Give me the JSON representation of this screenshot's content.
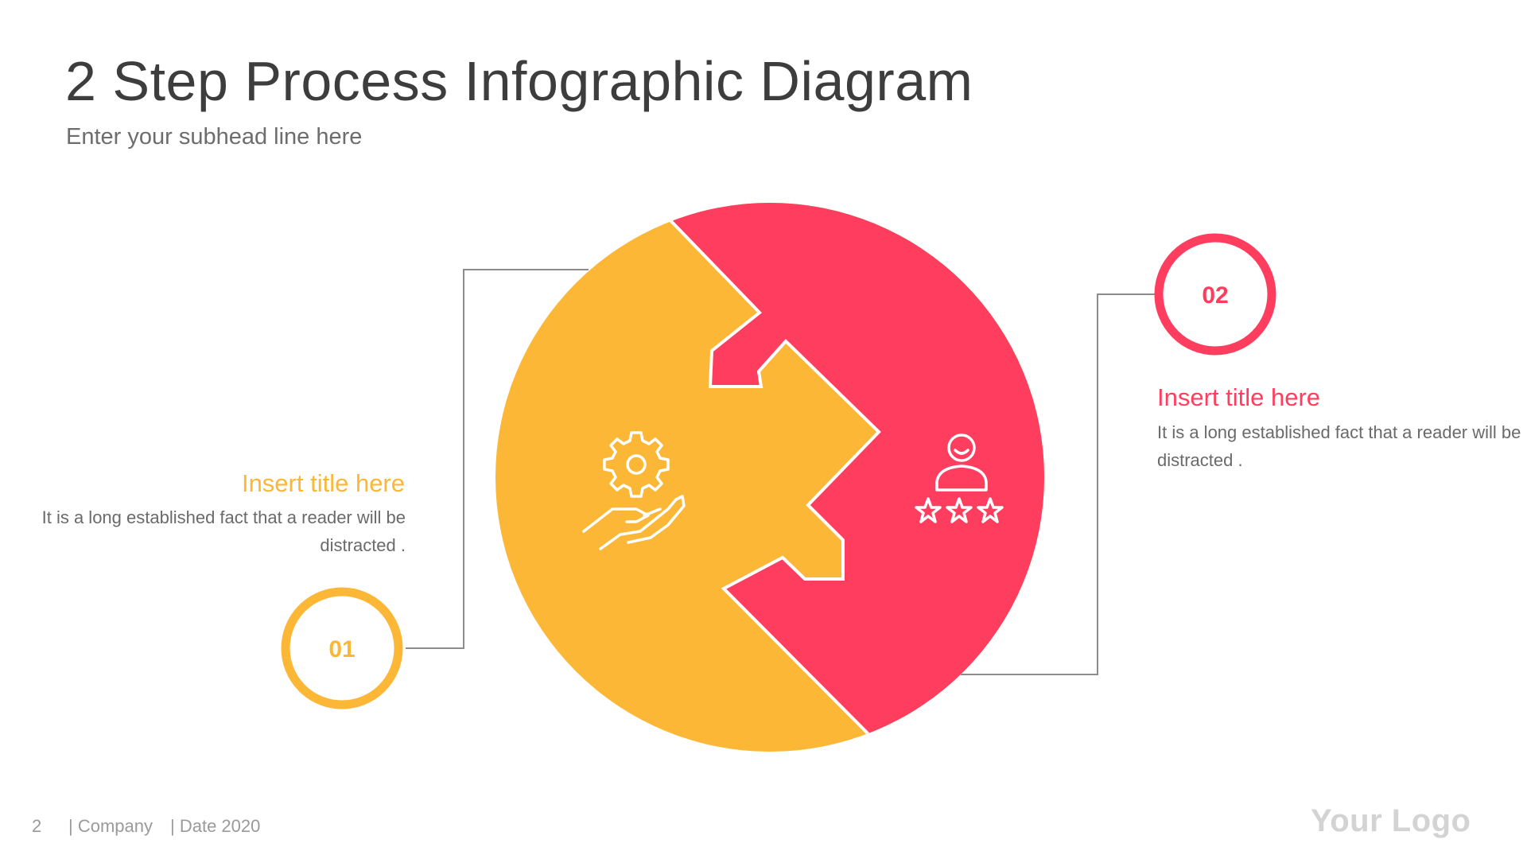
{
  "title": "2 Step Process Infographic Diagram",
  "subtitle": "Enter your subhead line here",
  "colors": {
    "step1": "#FBB735",
    "step2": "#FF3E5F",
    "text_dark": "#3d3d3d",
    "text_muted": "#6a6a6a",
    "connector": "#8c8c8c"
  },
  "steps": [
    {
      "number": "01",
      "title": "Insert title here",
      "description": "It is a long established fact that a reader will be distracted .",
      "icon": "hand-gear-icon"
    },
    {
      "number": "02",
      "title": "Insert title here",
      "description": "It is a long established fact that a reader will be distracted .",
      "icon": "user-rating-icon"
    }
  ],
  "footer": {
    "page_number": "2",
    "company": "| Company",
    "date": "| Date 2020"
  },
  "logo": "Your Logo"
}
